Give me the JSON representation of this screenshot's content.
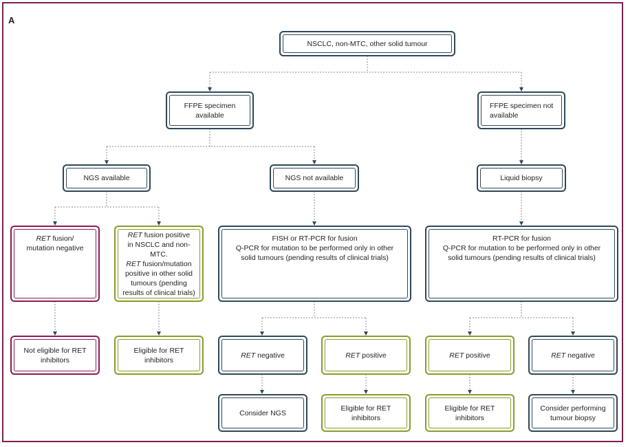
{
  "panel_label": "A",
  "colors": {
    "frame": "#7a1f4e",
    "box_default": "#2f4758",
    "box_eligible": "#8a9a2a",
    "box_negative": "#8b1a55",
    "connector": "#8a8a8a",
    "arrowhead": "#2f4758"
  },
  "nodes": {
    "root": {
      "lines": [
        "NSCLC, non-MTC, other solid tumour"
      ]
    },
    "ffpe_available": {
      "lines": [
        "FFPE specimen",
        "available"
      ]
    },
    "ffpe_not_available": {
      "lines": [
        "FFPE specimen not",
        "available"
      ]
    },
    "ngs_available": {
      "lines": [
        "NGS available"
      ]
    },
    "ngs_not_available": {
      "lines": [
        "NGS not available"
      ]
    },
    "liquid_biopsy": {
      "lines": [
        "Liquid biopsy"
      ]
    },
    "ret_negative_ngs": {
      "italic_prefix": "RET",
      "lines": [
        " fusion/",
        "mutation negative"
      ]
    },
    "ret_positive_ngs": {
      "italic_prefix_1": "RET",
      "line_1_rest": " fusion positive",
      "line_2": "in NSCLC and non-MTC.",
      "italic_prefix_3": "RET",
      "line_3_rest": " fusion/mutation",
      "line_4": "positive in other solid",
      "line_5": "tumours (pending",
      "line_6": "results of clinical trials)"
    },
    "fish_rtpcr": {
      "lines": [
        "FISH or RT-PCR for fusion",
        "Q-PCR for mutation to be performed only in other",
        "solid tumours (pending results of clinical trials)"
      ]
    },
    "rtpcr": {
      "lines": [
        "RT-PCR for fusion",
        "Q-PCR for mutation to be performed only in other",
        "solid tumours (pending results of clinical trials)"
      ]
    },
    "not_eligible": {
      "lines": [
        "Not eligible for RET",
        "inhibitors"
      ]
    },
    "eligible_ngs": {
      "lines": [
        "Eligible for RET",
        "inhibitors"
      ]
    },
    "fish_ret_negative": {
      "italic_prefix": "RET",
      "rest": " negative"
    },
    "fish_ret_positive": {
      "italic_prefix": "RET",
      "rest": " positive"
    },
    "rtpcr_ret_positive": {
      "italic_prefix": "RET",
      "rest": " positive"
    },
    "rtpcr_ret_negative": {
      "italic_prefix": "RET",
      "rest": " negative"
    },
    "consider_ngs": {
      "lines": [
        "Consider NGS"
      ]
    },
    "eligible_fish": {
      "lines": [
        "Eligible for RET",
        "inhibitors"
      ]
    },
    "eligible_rtpcr": {
      "lines": [
        "Eligible for RET",
        "inhibitors"
      ]
    },
    "consider_biopsy": {
      "lines": [
        "Consider performing",
        "tumour biopsy"
      ]
    }
  }
}
